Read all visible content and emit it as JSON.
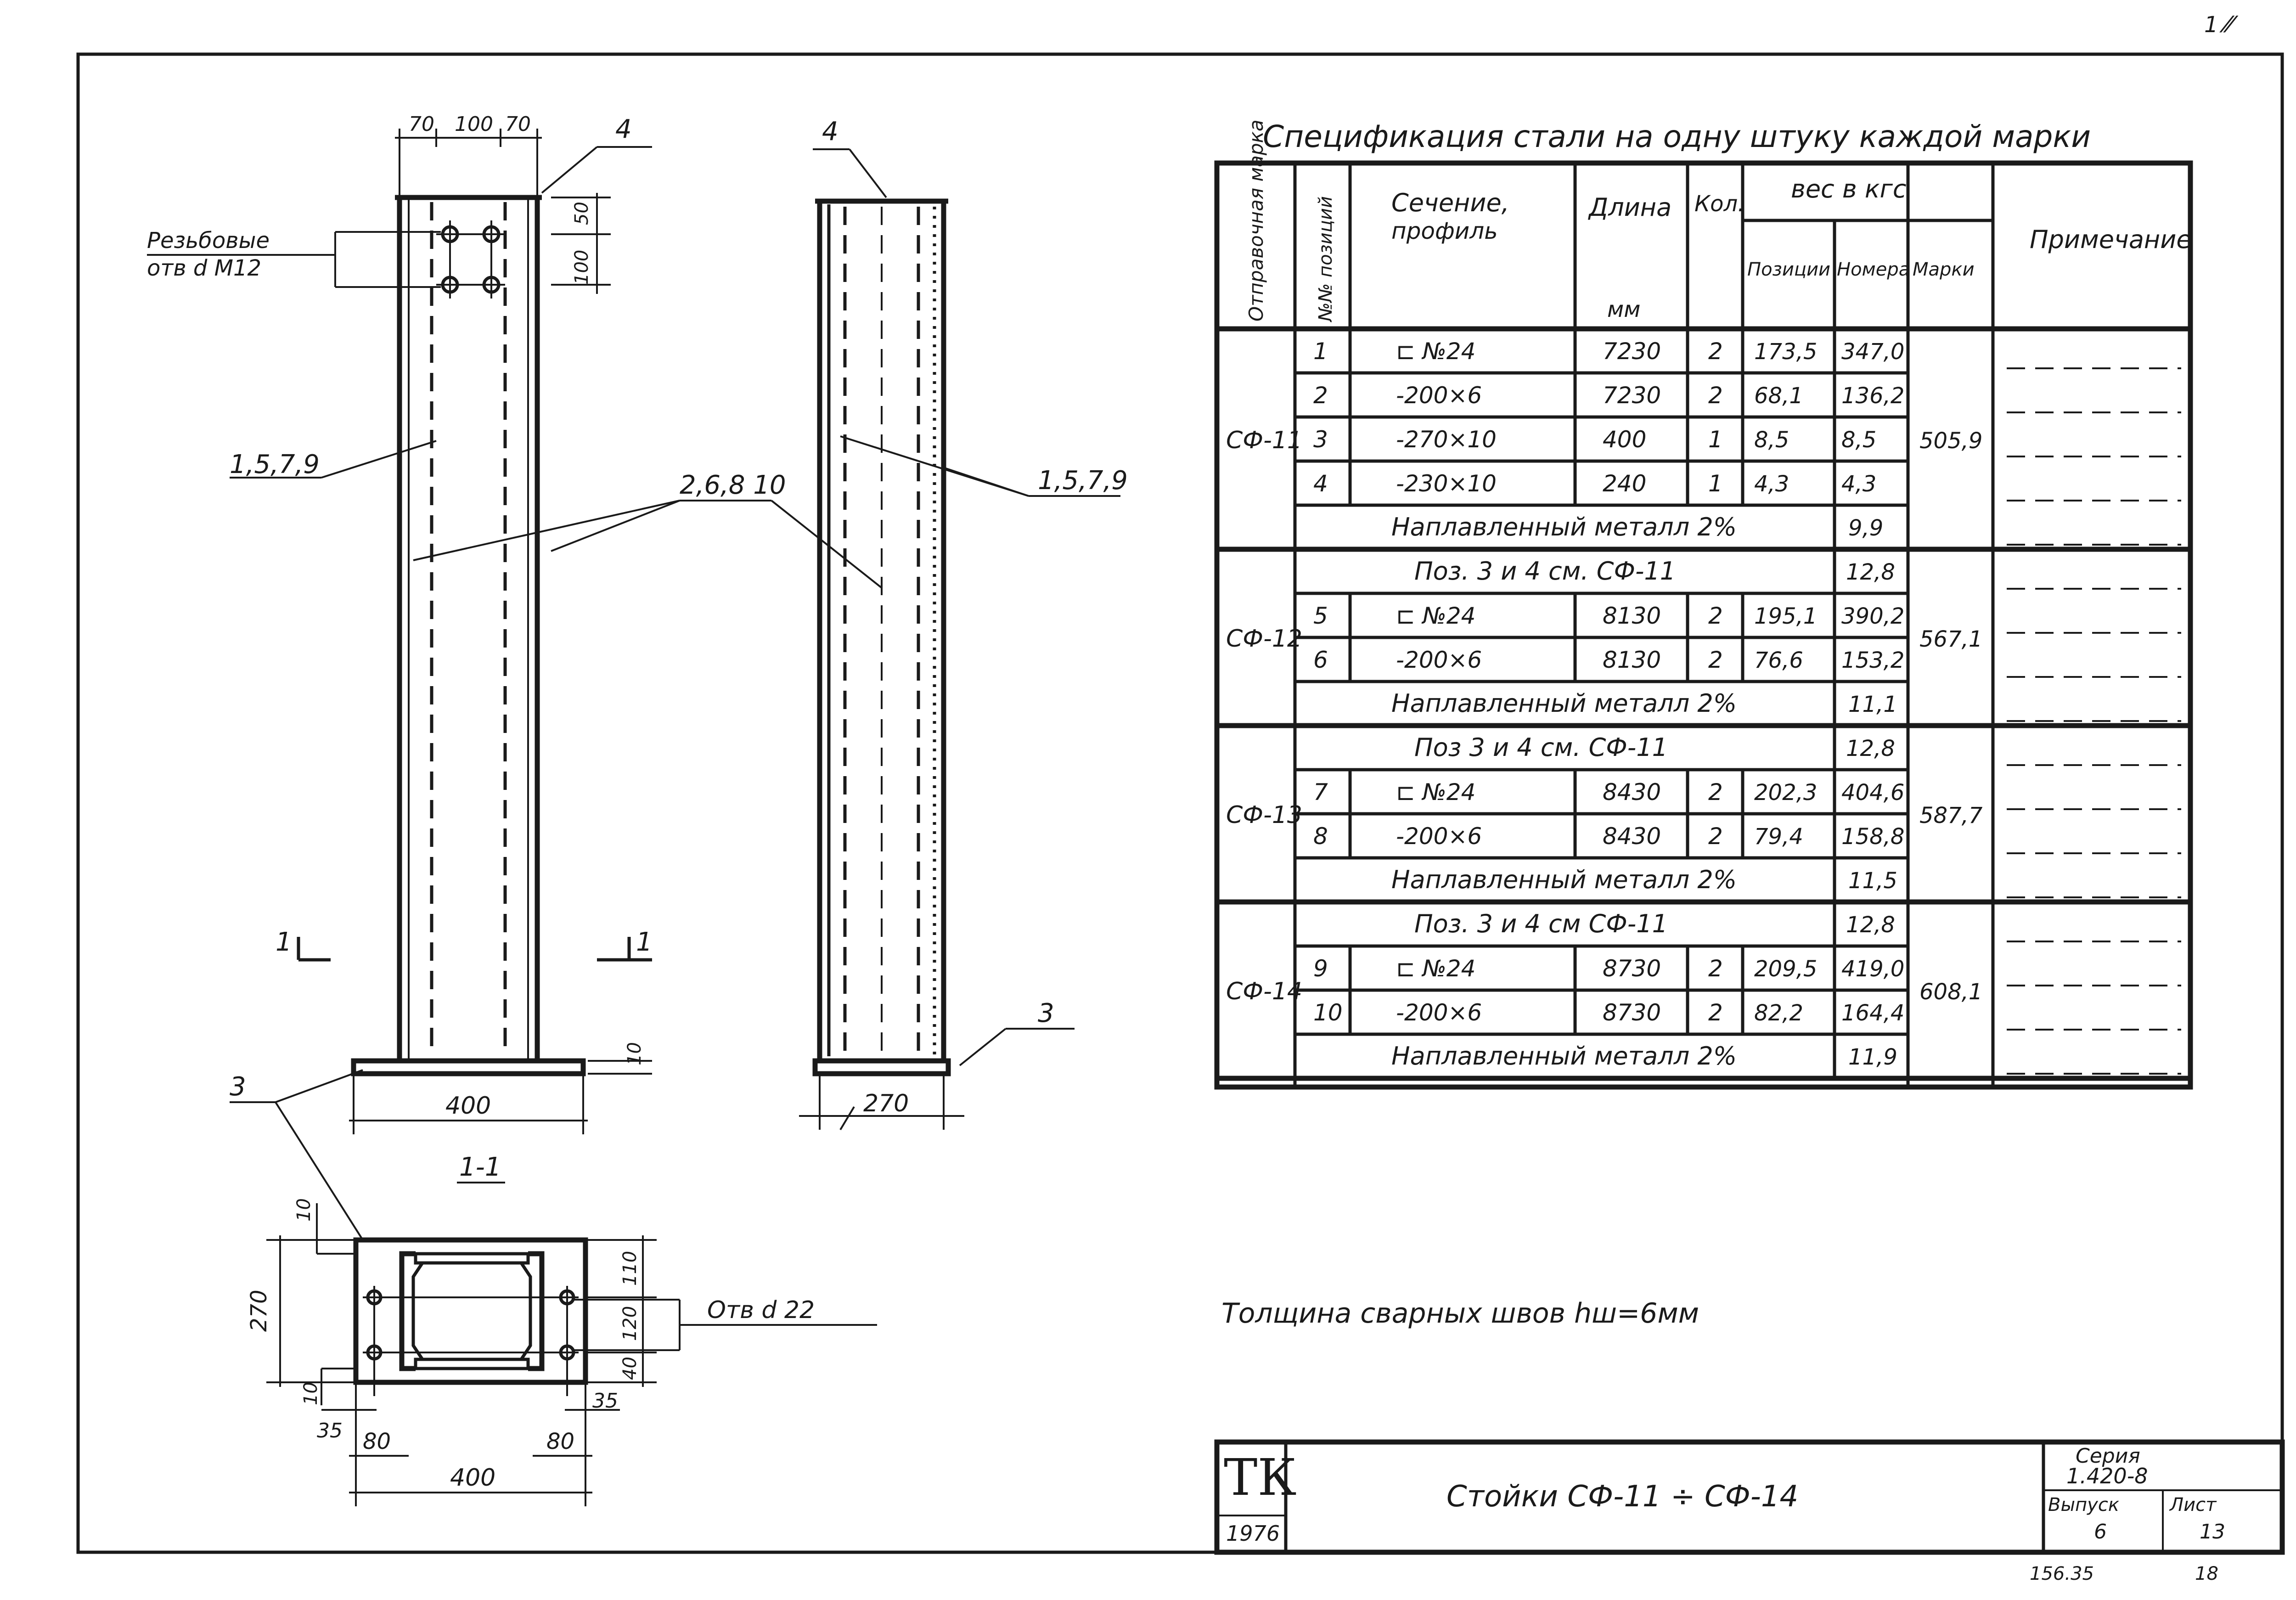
{
  "drawing": {
    "corner_mark": "1 ⁄⁄",
    "front_view": {
      "dims_top": [
        "70",
        "100",
        "70"
      ],
      "callout_top": "4",
      "thread_label_line1": "Резьбовые",
      "thread_label_line2": "отв d M12",
      "dim_bolt_vertical": "100",
      "dim_bolt_vertical_2": "50",
      "callout_main": "1,5,7,9",
      "callout_inner": "2,6,8 10",
      "section_mark_left": "1",
      "section_mark_right": "1",
      "dim_base_thickness": "10",
      "dim_width": "400",
      "callout_base": "3"
    },
    "side_view": {
      "callout_top": "4",
      "callout_main": "1,5,7,9",
      "callout_base": "3",
      "dim_width": "270"
    },
    "section": {
      "title": "1-1",
      "dim_height": "270",
      "dim_top_offset": "10",
      "dim_bottom_offset": "10",
      "dim_right_top": "110",
      "dim_right_mid": "120",
      "dim_right_bottom": "40",
      "hole_label": "Отв d 22",
      "dim_left_35": "35",
      "dim_right_35": "35",
      "dim_left_80": "80",
      "dim_right_80": "80",
      "dim_total": "400"
    },
    "weld_note": "Толщина сварных швов hш=6мм"
  },
  "spec_table": {
    "title": "Спецификация стали на одну штуку каждой марки",
    "headers": {
      "mark": "Отправочная марка",
      "pos": "№№ позиций",
      "section_l1": "Сечение,",
      "section_l2": "профиль",
      "length_l1": "Длина",
      "length_l2": "мм",
      "qty": "Кол.",
      "weight": "вес в кгс",
      "w_pos": "Позиции",
      "w_all": "Номера",
      "w_mark": "Марки",
      "note": "Примечание"
    },
    "groups": [
      {
        "mark": "СФ-11",
        "mark_weight": "505,9",
        "rows": [
          {
            "pos": "1",
            "section": "⊏ №24",
            "length": "7230",
            "qty": "2",
            "wpos": "173,5",
            "wall": "347,0"
          },
          {
            "pos": "2",
            "section": "-200×6",
            "length": "7230",
            "qty": "2",
            "wpos": "68,1",
            "wall": "136,2"
          },
          {
            "pos": "3",
            "section": "-270×10",
            "length": "400",
            "qty": "1",
            "wpos": "8,5",
            "wall": "8,5"
          },
          {
            "pos": "4",
            "section": "-230×10",
            "length": "240",
            "qty": "1",
            "wpos": "4,3",
            "wall": "4,3"
          }
        ],
        "weld_text": "Наплавленный металл 2%",
        "weld_value": "9,9"
      },
      {
        "mark": "СФ-12",
        "mark_weight": "567,1",
        "ref_text": "Поз. 3 и 4 см. СФ-11",
        "ref_value": "12,8",
        "rows": [
          {
            "pos": "5",
            "section": "⊏ №24",
            "length": "8130",
            "qty": "2",
            "wpos": "195,1",
            "wall": "390,2"
          },
          {
            "pos": "6",
            "section": "-200×6",
            "length": "8130",
            "qty": "2",
            "wpos": "76,6",
            "wall": "153,2"
          }
        ],
        "weld_text": "Наплавленный металл 2%",
        "weld_value": "11,1"
      },
      {
        "mark": "СФ-13",
        "mark_weight": "587,7",
        "ref_text": "Поз 3 и 4 см. СФ-11",
        "ref_value": "12,8",
        "rows": [
          {
            "pos": "7",
            "section": "⊏ №24",
            "length": "8430",
            "qty": "2",
            "wpos": "202,3",
            "wall": "404,6"
          },
          {
            "pos": "8",
            "section": "-200×6",
            "length": "8430",
            "qty": "2",
            "wpos": "79,4",
            "wall": "158,8"
          }
        ],
        "weld_text": "Наплавленный металл 2%",
        "weld_value": "11,5"
      },
      {
        "mark": "СФ-14",
        "mark_weight": "608,1",
        "ref_text": "Поз. 3 и 4 см СФ-11",
        "ref_value": "12,8",
        "rows": [
          {
            "pos": "9",
            "section": "⊏ №24",
            "length": "8730",
            "qty": "2",
            "wpos": "209,5",
            "wall": "419,0"
          },
          {
            "pos": "10",
            "section": "-200×6",
            "length": "8730",
            "qty": "2",
            "wpos": "82,2",
            "wall": "164,4"
          }
        ],
        "weld_text": "Наплавленный металл 2%",
        "weld_value": "11,9"
      }
    ]
  },
  "title_block": {
    "org": "ТК",
    "year": "1976",
    "title": "Стойки СФ-11 ÷ СФ-14",
    "series_label": "Серия",
    "series_value": "1.420-8",
    "issue_label": "Выпуск",
    "issue_value": "6",
    "sheet_label": "Лист",
    "sheet_value": "13",
    "bottom_num_1": "156.35",
    "bottom_num_2": "18"
  }
}
